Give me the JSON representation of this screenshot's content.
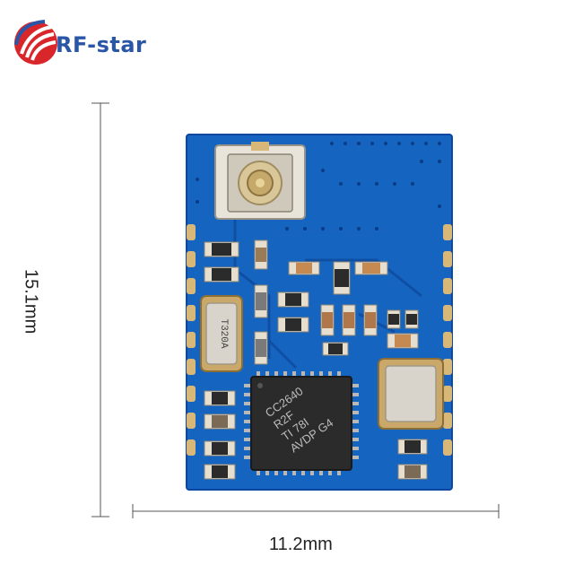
{
  "brand": {
    "name": "RF-star"
  },
  "dimensions": {
    "height_label": "15.1mm",
    "width_label": "11.2mm"
  },
  "chip": {
    "line1": "CC2640",
    "line2": "R2F",
    "line3": "TI 78I",
    "line4": "AVDP G4"
  },
  "crystal": {
    "marking": "T320A"
  },
  "colors": {
    "pcb": "#1565c0",
    "brand": "#2a56a8",
    "brand_accent": "#d9262b",
    "pads": "#d8b878"
  }
}
